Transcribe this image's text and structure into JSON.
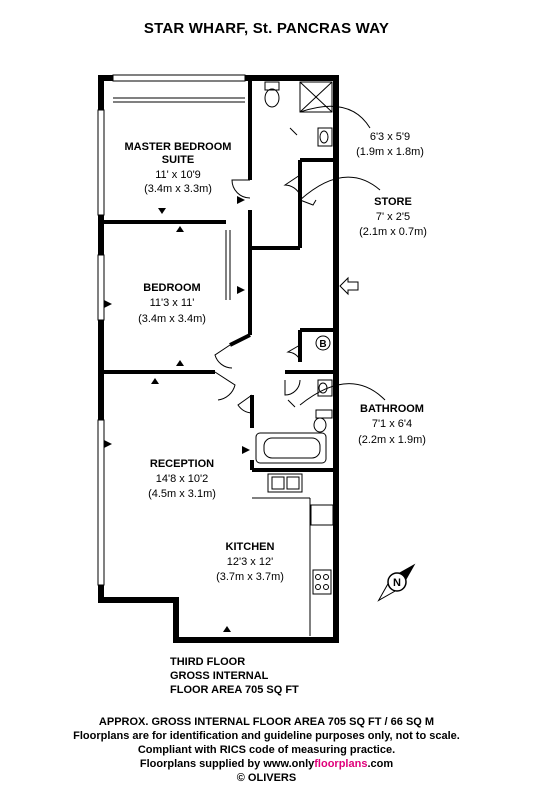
{
  "header": {
    "title": "STAR WHARF, St. PANCRAS WAY"
  },
  "rooms": {
    "master": {
      "name1": "MASTER BEDROOM",
      "name2": "SUITE",
      "size_ft": "11' x 10'9",
      "size_m": "(3.4m x 3.3m)"
    },
    "ensuite": {
      "size_ft": "6'3 x 5'9",
      "size_m": "(1.9m x 1.8m)"
    },
    "store": {
      "name": "STORE",
      "size_ft": "7' x 2'5",
      "size_m": "(2.1m x 0.7m)"
    },
    "bedroom": {
      "name": "BEDROOM",
      "size_ft": "11'3 x 11'",
      "size_m": "(3.4m x 3.4m)"
    },
    "bathroom": {
      "name": "BATHROOM",
      "size_ft": "7'1 x 6'4",
      "size_m": "(2.2m x 1.9m)"
    },
    "reception": {
      "name": "RECEPTION",
      "size_ft": "14'8 x 10'2",
      "size_m": "(4.5m x 3.1m)"
    },
    "kitchen": {
      "name": "KITCHEN",
      "size_ft": "12'3 x 12'",
      "size_m": "(3.7m x 3.7m)"
    }
  },
  "symbols": {
    "boiler": "B",
    "compass": "N",
    "boiler_icon": "boiler-icon",
    "compass_icon": "north-compass-icon",
    "entrance_icon": "entrance-arrow-icon"
  },
  "floor_info": {
    "line1": "THIRD FLOOR",
    "line2": "GROSS INTERNAL",
    "line3": "FLOOR AREA 705 SQ FT"
  },
  "footer": {
    "line1": "APPROX. GROSS INTERNAL FLOOR AREA 705 SQ FT / 66 SQ M",
    "line2": "Floorplans are for identification and guideline purposes only, not to scale.",
    "line3": "Compliant with RICS code of measuring practice.",
    "line4_prefix": "Floorplans supplied by www.only",
    "line4_brand": "floorplans",
    "line4_suffix": ".com",
    "line5": "© OLIVERS"
  }
}
